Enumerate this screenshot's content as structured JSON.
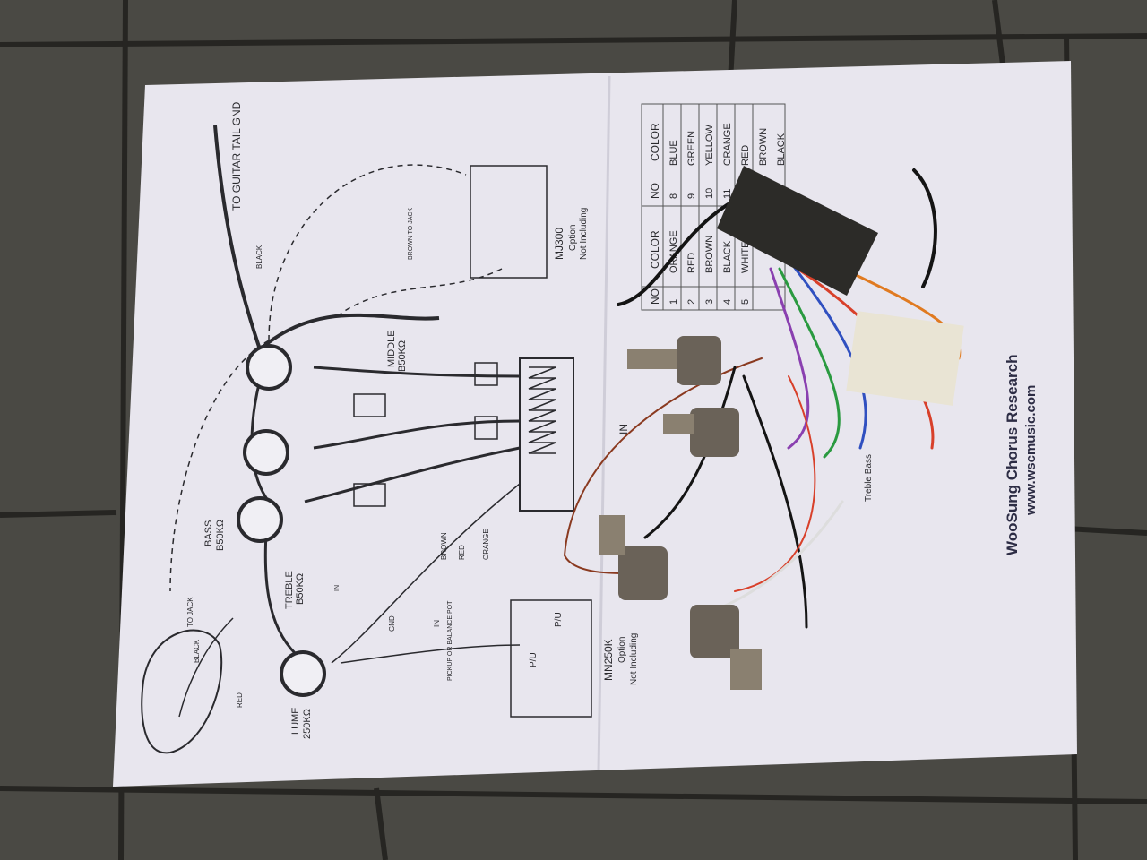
{
  "diagram": {
    "tail_gnd": "TO GUITAR TAIL GND",
    "black_1": "BLACK",
    "brown_to_jack": "BROWN TO JACK",
    "mj300": "MJ300",
    "mj300_option": "Option",
    "mj300_not_including": "Not Including",
    "middle": "MIDDLE",
    "middle_val": "B50KΩ",
    "bass": "BASS",
    "bass_val": "B50KΩ",
    "treble": "TREBLE",
    "treble_val": "B50KΩ",
    "volume": "LUME",
    "volume_val": "250KΩ",
    "to_jack": "TO JACK",
    "black_2": "BLACK",
    "red_1": "RED",
    "gnd": "GND",
    "in_1": "IN",
    "in_2": "IN",
    "pickup": "PICKUP OR BALANCE POT",
    "brown": "BROWN",
    "red_2": "RED",
    "orange": "ORANGE",
    "mn250k": "MN250K",
    "mn_option": "Option",
    "mn_not_including": "Not Including",
    "pu_1": "P/U",
    "pu_2": "P/U",
    "in_arrow": "IN",
    "treble_bass": "Treble Bass",
    "brand": "WooSung Chorus Research",
    "url": "www.wscmusic.com"
  },
  "color_table": {
    "headers": [
      "NO",
      "COLOR",
      "NO",
      "COLOR"
    ],
    "left": [
      {
        "no": "1",
        "color": "ORANGE"
      },
      {
        "no": "2",
        "color": "RED"
      },
      {
        "no": "3",
        "color": "BROWN"
      },
      {
        "no": "4",
        "color": "BLACK"
      },
      {
        "no": "5",
        "color": "WHITE"
      }
    ],
    "right": [
      {
        "no": "8",
        "color": "BLUE"
      },
      {
        "no": "9",
        "color": "GREEN"
      },
      {
        "no": "10",
        "color": "YELLOW"
      },
      {
        "no": "11",
        "color": "ORANGE"
      },
      {
        "no": "",
        "color": "RED"
      },
      {
        "no": "",
        "color": "BROWN"
      },
      {
        "no": "",
        "color": "BLACK"
      }
    ]
  },
  "colors": {
    "pavement": "#4a4944",
    "paper": "#e8e6ee",
    "ink": "#2a2a2e",
    "wire_red": "#d8402a",
    "wire_orange": "#e07a20",
    "wire_black": "#141414",
    "wire_blue": "#3050c0",
    "wire_green": "#2a9a40",
    "wire_purple": "#8a40b0"
  }
}
